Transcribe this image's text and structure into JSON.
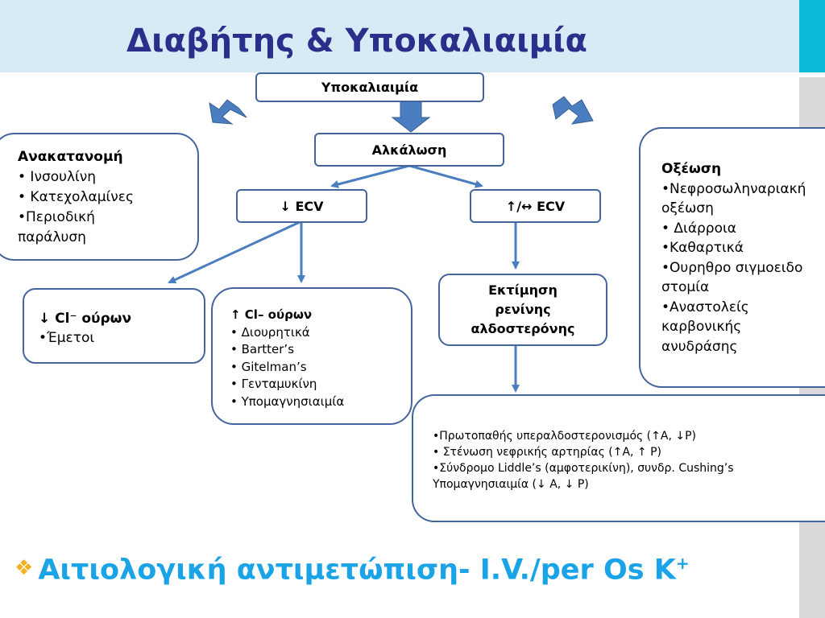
{
  "title": "Διαβήτης & Υποκαλιαιμία",
  "colors": {
    "header_bg": "#d7ebf7",
    "title": "#2b2f8c",
    "box_border": "#43659c",
    "arrow": "#4a7ec0",
    "bottom_text": "#1aa3e6",
    "accent_cyan": "#0bbad6"
  },
  "nodes": {
    "hypokalemia": "Υποκαλιαιμία",
    "alkalosis": "Αλκάλωση",
    "ecv_low": "↓ ECV",
    "ecv_high": "↑/↔ ECV",
    "renin": [
      "Εκτίμηση",
      "ρενίνης",
      "αλδοστερόνης"
    ]
  },
  "redistribution": {
    "heading": "Ανακατανομή",
    "items": [
      "• Ινσουλίνη",
      "• Κατεχολαμίνες",
      "•Περιοδική",
      "παράλυση"
    ]
  },
  "acidosis": {
    "heading": "Οξέωση",
    "items": [
      "•Νεφροσωληναριακή",
      "οξέωση",
      "• Διάρροια",
      "•Καθαρτικά",
      "•Ουρηθρο σιγμοειδο",
      "στομία",
      "•Αναστολείς",
      "καρβονικής",
      "ανυδράσης"
    ]
  },
  "urine_cl_low": {
    "heading": "↓ Cl⁻ ούρων",
    "items": [
      "•Έμετοι"
    ]
  },
  "urine_cl_high": {
    "heading": "↑ Cl– ούρων",
    "items": [
      "• Διουρητικά",
      "• Bartter’s",
      "• Gitelman’s",
      "• Γενταμυκίνη",
      "• Υπομαγνησιαιμία"
    ]
  },
  "aldo_box": {
    "items": [
      "•Πρωτοπαθής υπεραλδοστερονισμός (↑A, ↓P)",
      "• Στένωση νεφρικής αρτηρίας (↑A, ↑ P)",
      "•Σύνδρομο Liddle’s (αμφοτερικίνη), συνδρ. Cushing’s",
      " Υπομαγνησιαιμία (↓ A, ↓ P)"
    ]
  },
  "bottom": {
    "bullet_icon": "diamond-bullet-icon",
    "text": "Αιτιολογική αντιμετώπιση- I.V./per Os K",
    "sup": "+"
  }
}
